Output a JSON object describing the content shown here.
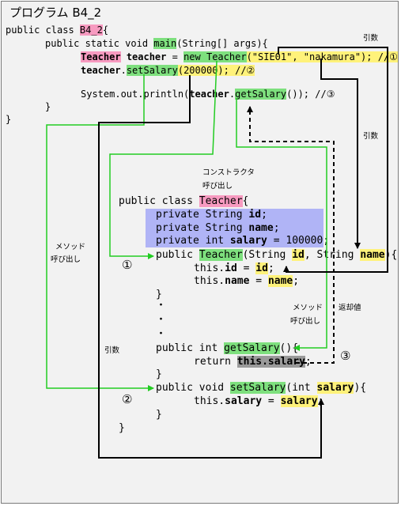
{
  "title": "プログラム B4_2",
  "main_class": {
    "l1": [
      "public class ",
      "B4_2",
      "{"
    ],
    "l2": [
      "public static void ",
      "main",
      "(String[] args){"
    ],
    "l3": [
      "Teacher",
      " ",
      "teacher",
      " = ",
      "new Teacher",
      "(\"SIE01\", \"nakamura\"); //①"
    ],
    "l4": [
      "teacher",
      ".",
      "setSalary",
      "(200000); //②"
    ],
    "l5": [
      "System.out.println(",
      "teacher",
      ".",
      "getSalary",
      "()); //③"
    ],
    "close_inner": "}",
    "close_outer": "}"
  },
  "teacher_class": {
    "l1": [
      "public class ",
      "Teacher",
      "{"
    ],
    "f1": [
      "private String ",
      "id",
      ";"
    ],
    "f2": [
      "private String ",
      "name",
      ";"
    ],
    "f3": [
      "private int ",
      "salary",
      " = 100000;"
    ],
    "c1": [
      "public ",
      "Teacher",
      "(String ",
      "id",
      ", String ",
      "name",
      "){"
    ],
    "c2": [
      "this.",
      "id",
      " = ",
      "id",
      ";"
    ],
    "c3": [
      "this.",
      "name",
      " = ",
      "name",
      ";"
    ],
    "cclose": "}",
    "dot": "・",
    "g1": [
      "public int ",
      "getSalary",
      "(){"
    ],
    "g2": [
      "return ",
      "this.salary",
      ";"
    ],
    "gclose": "}",
    "s1": [
      "public void ",
      "setSalary",
      "(int ",
      "salary",
      "){"
    ],
    "s2": [
      "this.",
      "salary",
      " = ",
      "salary",
      ";"
    ],
    "sclose": "}",
    "close": "}"
  },
  "labels": {
    "arg_top": "引数",
    "arg_right": "引数",
    "constructor_call_1": "コンストラクタ",
    "constructor_call_2": "呼び出し",
    "method_call_left_1": "メソッド",
    "method_call_left_2": "呼び出し",
    "method_call_right_1": "メソッド",
    "method_call_right_2": "呼び出し",
    "return_value": "返却値",
    "arg_left": "引数",
    "mark1": "①",
    "mark2": "②",
    "mark3": "③"
  },
  "colors": {
    "call_arrow": "#22cc22",
    "argument_arrow": "#000000",
    "return_arrow": "#000000",
    "name_highlight": "#f79ac0",
    "method_highlight": "#7ee07e",
    "variable_highlight": "#fff27a",
    "field_block": "#b0b4f6"
  }
}
